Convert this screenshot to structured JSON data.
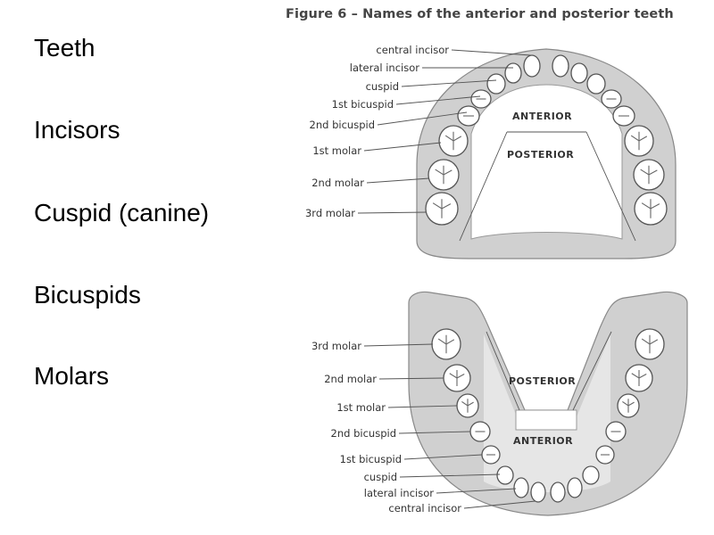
{
  "slide": {
    "items": [
      "Teeth",
      "Incisors",
      "Cuspid (canine)",
      "Bicuspids",
      "Molars"
    ]
  },
  "figure": {
    "title": "Figure 6 – Names of the anterior and posterior teeth",
    "upper_arch": {
      "labels": [
        "central incisor",
        "lateral incisor",
        "cuspid",
        "1st bicuspid",
        "2nd bicuspid",
        "1st molar",
        "2nd molar",
        "3rd molar"
      ],
      "anterior": "ANTERIOR",
      "posterior": "POSTERIOR"
    },
    "lower_arch": {
      "labels": [
        "3rd molar",
        "2nd molar",
        "1st molar",
        "2nd bicuspid",
        "1st bicuspid",
        "cuspid",
        "lateral incisor",
        "central incisor"
      ],
      "anterior": "ANTERIOR",
      "posterior": "POSTERIOR"
    }
  },
  "colors": {
    "gum": "#cfcfcf",
    "gum_dark": "#b5b5b5",
    "tooth": "#ffffff",
    "outline": "#555555",
    "text": "#333333"
  }
}
